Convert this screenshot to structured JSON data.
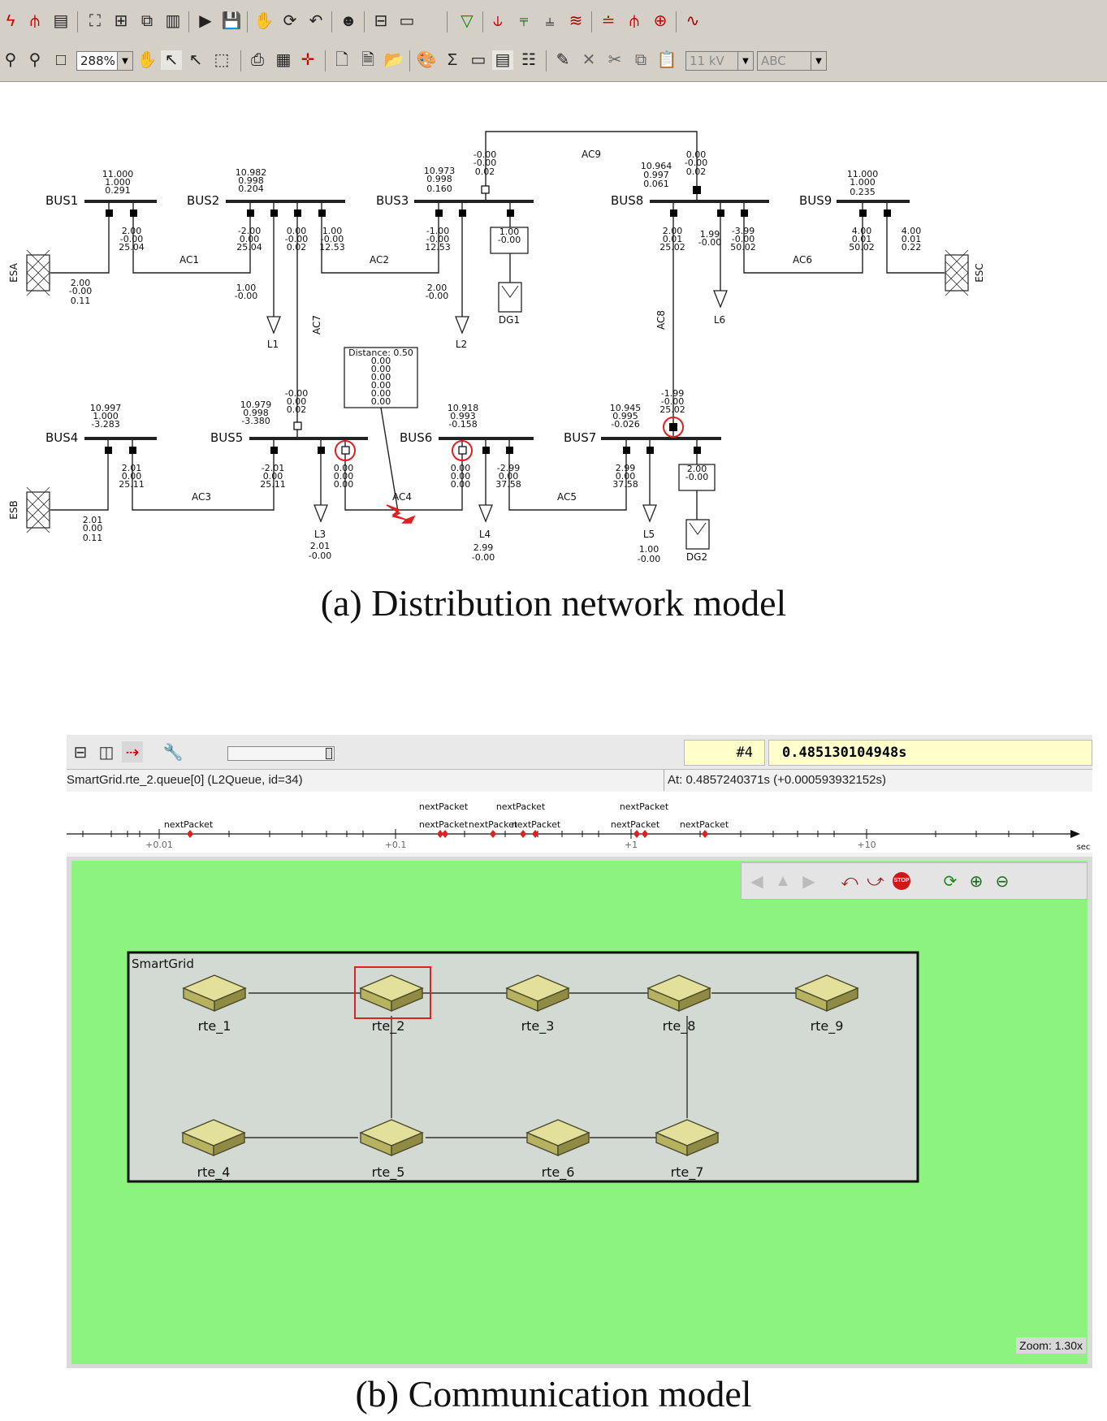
{
  "toolbar": {
    "zoom_value": "288%",
    "voltage_value": "11 kV",
    "text_value": "ABC"
  },
  "diagram_a": {
    "caption": "(a) Distribution network model",
    "buses": [
      {
        "name": "BUS1",
        "v": "11.000",
        "pu": "1.000",
        "ang": "0.291"
      },
      {
        "name": "BUS2",
        "v": "10.982",
        "pu": "0.998",
        "ang": "0.204"
      },
      {
        "name": "BUS3",
        "v": "10.973",
        "pu": "0.998",
        "ang": "0.160"
      },
      {
        "name": "BUS8",
        "v": "10.964",
        "pu": "0.997",
        "ang": "0.061"
      },
      {
        "name": "BUS9",
        "v": "11.000",
        "pu": "1.000",
        "ang": "0.235"
      },
      {
        "name": "BUS4",
        "v": "10.997",
        "pu": "1.000",
        "ang": "-3.283"
      },
      {
        "name": "BUS5",
        "v": "10.979",
        "pu": "0.998",
        "ang": "-3.380"
      },
      {
        "name": "BUS6",
        "v": "10.918",
        "pu": "0.993",
        "ang": "-0.158"
      },
      {
        "name": "BUS7",
        "v": "10.945",
        "pu": "0.995",
        "ang": "-0.026"
      }
    ],
    "lines": [
      "AC1",
      "AC2",
      "AC3",
      "AC4",
      "AC5",
      "AC6",
      "AC7",
      "AC8",
      "AC9"
    ],
    "sources": [
      "ESA",
      "ESB",
      "ESC"
    ],
    "loads": [
      "L1",
      "L2",
      "L3",
      "L4",
      "L5",
      "L6"
    ],
    "generators": [
      "DG1",
      "DG2"
    ],
    "flows": {
      "b1_ac1": [
        "2.00",
        "-0.00",
        "25.04"
      ],
      "esa": [
        "2.00",
        "-0.00",
        "0.11"
      ],
      "b2_ac1": [
        "-2.00",
        "0.00",
        "25.04"
      ],
      "b2_ac7": [
        "0.00",
        "-0.00",
        "0.02"
      ],
      "b2_ac2": [
        "1.00",
        "-0.00",
        "12.53"
      ],
      "l1": [
        "1.00",
        "-0.00"
      ],
      "b3_ac2": [
        "-1.00",
        "-0.00",
        "12.53"
      ],
      "l2": [
        "2.00",
        "-0.00"
      ],
      "b3_ac9": [
        "-0.00",
        "-0.00",
        "0.02"
      ],
      "dg1": [
        "1.00",
        "-0.00"
      ],
      "b8_ac9": [
        "0.00",
        "-0.00",
        "0.02"
      ],
      "b8_ac8": [
        "2.00",
        "0.01",
        "25.02"
      ],
      "l6": [
        "1.99",
        "-0.00"
      ],
      "b8_ac6": [
        "-3.99",
        "-0.00",
        "50.02"
      ],
      "b9_ac6": [
        "4.00",
        "0.01",
        "50.02"
      ],
      "esc": [
        "4.00",
        "0.01",
        "0.22"
      ],
      "b5_ac7": [
        "-0.00",
        "0.00",
        "0.02"
      ],
      "fault_distance": "Distance: 0.50",
      "fault_values": [
        "0.00",
        "0.00",
        "0.00",
        "0.00",
        "0.00",
        "0.00"
      ],
      "b7_ac8": [
        "-1.99",
        "-0.00",
        "25.02"
      ],
      "b4_ac3": [
        "2.01",
        "0.00",
        "25.11"
      ],
      "esb": [
        "2.01",
        "0.00",
        "0.11"
      ],
      "b5_ac3": [
        "-2.01",
        "0.00",
        "25.11"
      ],
      "b5_ac4": [
        "0.00",
        "0.00",
        "0.00"
      ],
      "l3": [
        "2.01",
        "-0.00"
      ],
      "b6_ac4": [
        "0.00",
        "0.00",
        "0.00"
      ],
      "b6_ac5": [
        "-2.99",
        "0.00",
        "37.58"
      ],
      "l4": [
        "2.99",
        "-0.00"
      ],
      "b7_ac5": [
        "2.99",
        "0.00",
        "37.58"
      ],
      "l5": [
        "1.00",
        "-0.00"
      ],
      "dg2": [
        "2.00",
        "-0.00"
      ]
    }
  },
  "diagram_b": {
    "caption": "(b) Communication model",
    "event_number": "#4",
    "sim_time": "0.485130104948s",
    "module_path": "SmartGrid.rte_2.queue[0] (L2Queue, id=34)",
    "at_time": "At: 0.4857240371s (+0.000593932152s)",
    "timeline_ticks": [
      "+0.01",
      "+0.1",
      "+1",
      "+10"
    ],
    "timeline_unit": "sec",
    "event_label": "nextPacket",
    "network_name": "SmartGrid",
    "zoom_label": "Zoom: 1.30x",
    "stop_label": "STOP",
    "nodes": [
      "rte_1",
      "rte_2",
      "rte_3",
      "rte_8",
      "rte_9",
      "rte_4",
      "rte_5",
      "rte_6",
      "rte_7"
    ]
  }
}
